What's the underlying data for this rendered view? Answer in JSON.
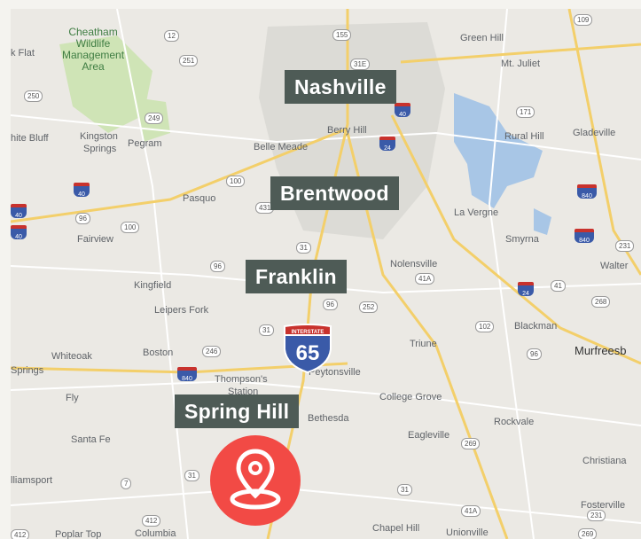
{
  "colors": {
    "land": "#ebe9e4",
    "water": "#a8c6e6",
    "park": "#cfe4b6",
    "urban": "#dcdbd6",
    "highway": "#f3cf6a",
    "road": "#ffffff",
    "label_box": "#4e5b56",
    "pin": "#f24a45",
    "interstate_blue": "#3a5aa8",
    "interstate_red": "#c8322d"
  },
  "cities": [
    {
      "id": "nashville",
      "label": "Nashville"
    },
    {
      "id": "brentwood",
      "label": "Brentwood"
    },
    {
      "id": "franklin",
      "label": "Franklin"
    },
    {
      "id": "spring-hill",
      "label": "Spring Hill"
    }
  ],
  "places": [
    {
      "id": "kflat",
      "label": "k Flat"
    },
    {
      "id": "greenhill",
      "label": "Green Hill"
    },
    {
      "id": "mtjuliet",
      "label": "Mt. Juliet"
    },
    {
      "id": "whitebluff",
      "label": "hite Bluff"
    },
    {
      "id": "kingston",
      "label": "Kingston"
    },
    {
      "id": "kingston2",
      "label": "Springs"
    },
    {
      "id": "pegram",
      "label": "Pegram"
    },
    {
      "id": "bellemeade",
      "label": "Belle Meade"
    },
    {
      "id": "berryhill",
      "label": "Berry Hill"
    },
    {
      "id": "ruralhill",
      "label": "Rural Hill"
    },
    {
      "id": "gladeville",
      "label": "Gladeville"
    },
    {
      "id": "pasquo",
      "label": "Pasquo"
    },
    {
      "id": "lavergne",
      "label": "La Vergne"
    },
    {
      "id": "fairview",
      "label": "Fairview"
    },
    {
      "id": "smyrna",
      "label": "Smyrna"
    },
    {
      "id": "walter",
      "label": "Walter"
    },
    {
      "id": "nolensville",
      "label": "Nolensville"
    },
    {
      "id": "kingfield",
      "label": "Kingfield"
    },
    {
      "id": "leipersfork",
      "label": "Leipers Fork"
    },
    {
      "id": "triune",
      "label": "Triune"
    },
    {
      "id": "blackman",
      "label": "Blackman"
    },
    {
      "id": "murfreesboro",
      "label": "Murfreesb"
    },
    {
      "id": "whiteoak",
      "label": "Whiteoak"
    },
    {
      "id": "boston",
      "label": "Boston"
    },
    {
      "id": "springs",
      "label": "Springs"
    },
    {
      "id": "thompsons",
      "label": "Thompson's"
    },
    {
      "id": "station",
      "label": "Station"
    },
    {
      "id": "peytonsville",
      "label": "Peytonsville"
    },
    {
      "id": "fly",
      "label": "Fly"
    },
    {
      "id": "bethesda",
      "label": "Bethesda"
    },
    {
      "id": "collegegrove",
      "label": "College Grove"
    },
    {
      "id": "rockvale",
      "label": "Rockvale"
    },
    {
      "id": "santafe",
      "label": "Santa Fe"
    },
    {
      "id": "eagleville",
      "label": "Eagleville"
    },
    {
      "id": "christiana",
      "label": "Christiana"
    },
    {
      "id": "williamsport",
      "label": "lliamsport"
    },
    {
      "id": "chapelhill",
      "label": "Chapel Hill"
    },
    {
      "id": "unionville",
      "label": "Unionville"
    },
    {
      "id": "fosterville",
      "label": "Fosterville"
    },
    {
      "id": "poplartop",
      "label": "Poplar Top"
    },
    {
      "id": "columbia",
      "label": "Columbia"
    }
  ],
  "parks": [
    {
      "id": "cheatham",
      "line1": "Cheatham",
      "line2": "Wildlife",
      "line3": "Management",
      "line4": "Area"
    }
  ],
  "route_shields": [
    {
      "id": "r12",
      "label": "12"
    },
    {
      "id": "r155",
      "label": "155"
    },
    {
      "id": "r109",
      "label": "109"
    },
    {
      "id": "r251",
      "label": "251"
    },
    {
      "id": "r31e",
      "label": "31E"
    },
    {
      "id": "r250",
      "label": "250"
    },
    {
      "id": "r249",
      "label": "249"
    },
    {
      "id": "r171",
      "label": "171"
    },
    {
      "id": "r100a",
      "label": "100"
    },
    {
      "id": "r431",
      "label": "431"
    },
    {
      "id": "r96a",
      "label": "96"
    },
    {
      "id": "r100b",
      "label": "100"
    },
    {
      "id": "r31a",
      "label": "31"
    },
    {
      "id": "r96b",
      "label": "96"
    },
    {
      "id": "r41a",
      "label": "41A"
    },
    {
      "id": "r41",
      "label": "41"
    },
    {
      "id": "r268",
      "label": "268"
    },
    {
      "id": "r231",
      "label": "231"
    },
    {
      "id": "r96c",
      "label": "96"
    },
    {
      "id": "r252",
      "label": "252"
    },
    {
      "id": "r31b",
      "label": "31"
    },
    {
      "id": "r102",
      "label": "102"
    },
    {
      "id": "r246",
      "label": "246"
    },
    {
      "id": "r96d",
      "label": "96"
    },
    {
      "id": "r269",
      "label": "269"
    },
    {
      "id": "r7",
      "label": "7"
    },
    {
      "id": "r31c",
      "label": "31"
    },
    {
      "id": "r31alt",
      "label": "31"
    },
    {
      "id": "r41a2",
      "label": "41A"
    },
    {
      "id": "r412",
      "label": "412"
    },
    {
      "id": "r412b",
      "label": "412"
    },
    {
      "id": "r231b",
      "label": "231"
    },
    {
      "id": "r269b",
      "label": "269"
    }
  ],
  "interstate_shields": [
    {
      "id": "i40a",
      "label": "40"
    },
    {
      "id": "i40b",
      "label": "40"
    },
    {
      "id": "i40c",
      "label": "40"
    },
    {
      "id": "i24a",
      "label": "24"
    },
    {
      "id": "i840a",
      "label": "840"
    },
    {
      "id": "i840b",
      "label": "840"
    },
    {
      "id": "i24b",
      "label": "24"
    },
    {
      "id": "i840c",
      "label": "840"
    },
    {
      "id": "i40d",
      "label": "40"
    }
  ],
  "i65": {
    "top_text": "INTERSTATE",
    "number": "65"
  },
  "pin": {
    "icon": "location-pin-icon"
  }
}
